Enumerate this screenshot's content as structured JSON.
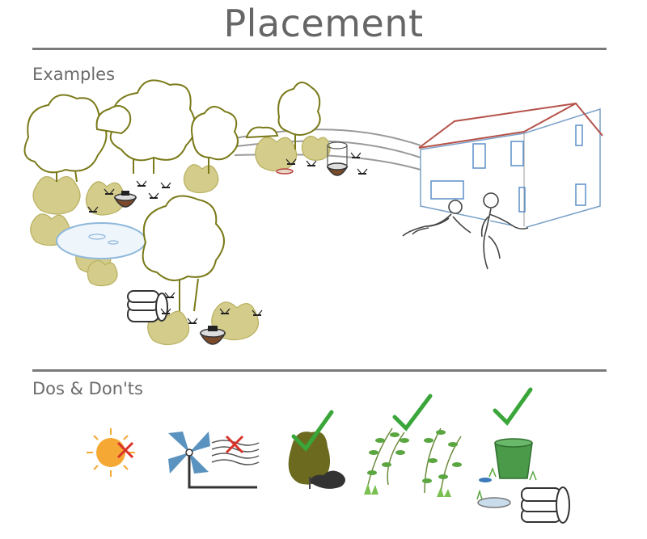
{
  "page": {
    "title": "Placement"
  },
  "sections": {
    "examples_label": "Examples",
    "dos_donts_label": "Dos & Don'ts"
  },
  "colors": {
    "title_text": "#666666",
    "rule": "#7a7a7a",
    "tree_outline": "#7a7a1a",
    "shrub": "#c8c07a",
    "roof": "#b5524a",
    "window": "#5b8fc9",
    "pond": "#8fb8dc",
    "trap_pot": "#7a4a2a",
    "sun": "#f5a833",
    "cross": "#d9322a",
    "check": "#3aa63a",
    "windmill": "#5a93c0",
    "bucket": "#4a9a4a"
  },
  "icons": {
    "examples": [
      "tree-icon",
      "shrub-icon",
      "pond-icon",
      "trap-pot-icon",
      "mosquito-icon",
      "tire-stack-icon",
      "house-icon",
      "person-icon"
    ],
    "dos_donts": [
      {
        "name": "sun-icon",
        "status": "dont"
      },
      {
        "name": "windmill-wind-icon",
        "status": "dont"
      },
      {
        "name": "shady-bush-icon",
        "status": "do"
      },
      {
        "name": "leafy-plants-icon",
        "status": "do"
      },
      {
        "name": "breeding-site-bucket-tires-icon",
        "status": "do"
      }
    ]
  }
}
